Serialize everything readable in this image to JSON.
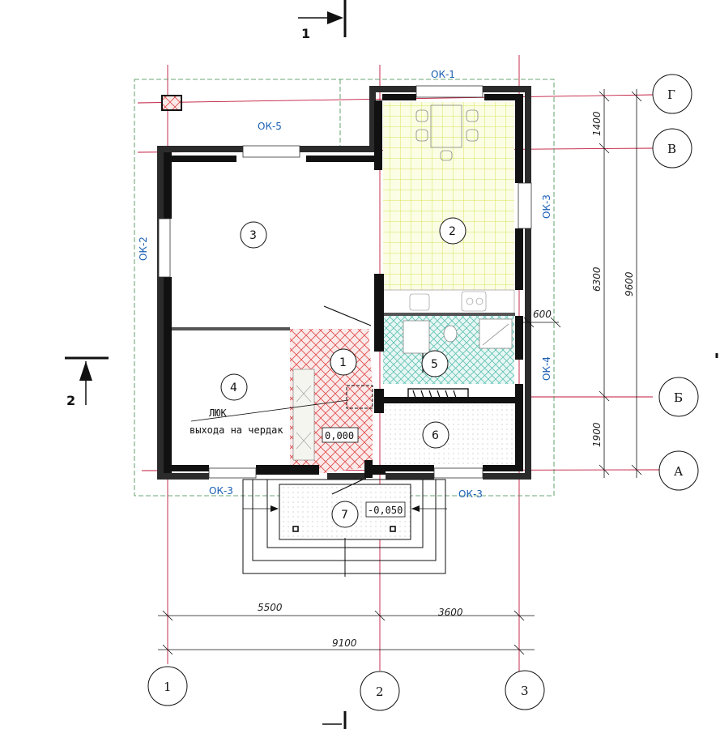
{
  "section_marks": {
    "top": "1",
    "left": "2"
  },
  "window_labels": {
    "ok1": "ОК-1",
    "ok2": "ОК-2",
    "ok3_right": "ОК-3",
    "ok4": "ОК-4",
    "ok5": "ОК-5",
    "ok3_bottom_left": "ОК-3",
    "ok3_bottom_right": "ОК-3"
  },
  "rooms": [
    "1",
    "2",
    "3",
    "4",
    "5",
    "6",
    "7"
  ],
  "hatch": {
    "line1": "ЛЮК",
    "line2": "выхода на чердак"
  },
  "levels": {
    "floor": "0,000",
    "porch": "-0,050"
  },
  "dims": {
    "bottom_a": "5500",
    "bottom_b": "3600",
    "bottom_total": "9100",
    "right_a": "1400",
    "right_b": "6300",
    "right_c": "1900",
    "right_total": "9600",
    "wall_600": "600"
  },
  "axes_vertical": [
    "1",
    "2",
    "3"
  ],
  "axes_horizontal": [
    "Г",
    "В",
    "Б",
    "А"
  ],
  "colors": {
    "grid": "#c0183c",
    "window": "#1a5fb4",
    "kitchen": "#e6ee7a",
    "bath": "#5cc2b2",
    "hall": "#e04040",
    "dash": "#3a8a4a"
  }
}
